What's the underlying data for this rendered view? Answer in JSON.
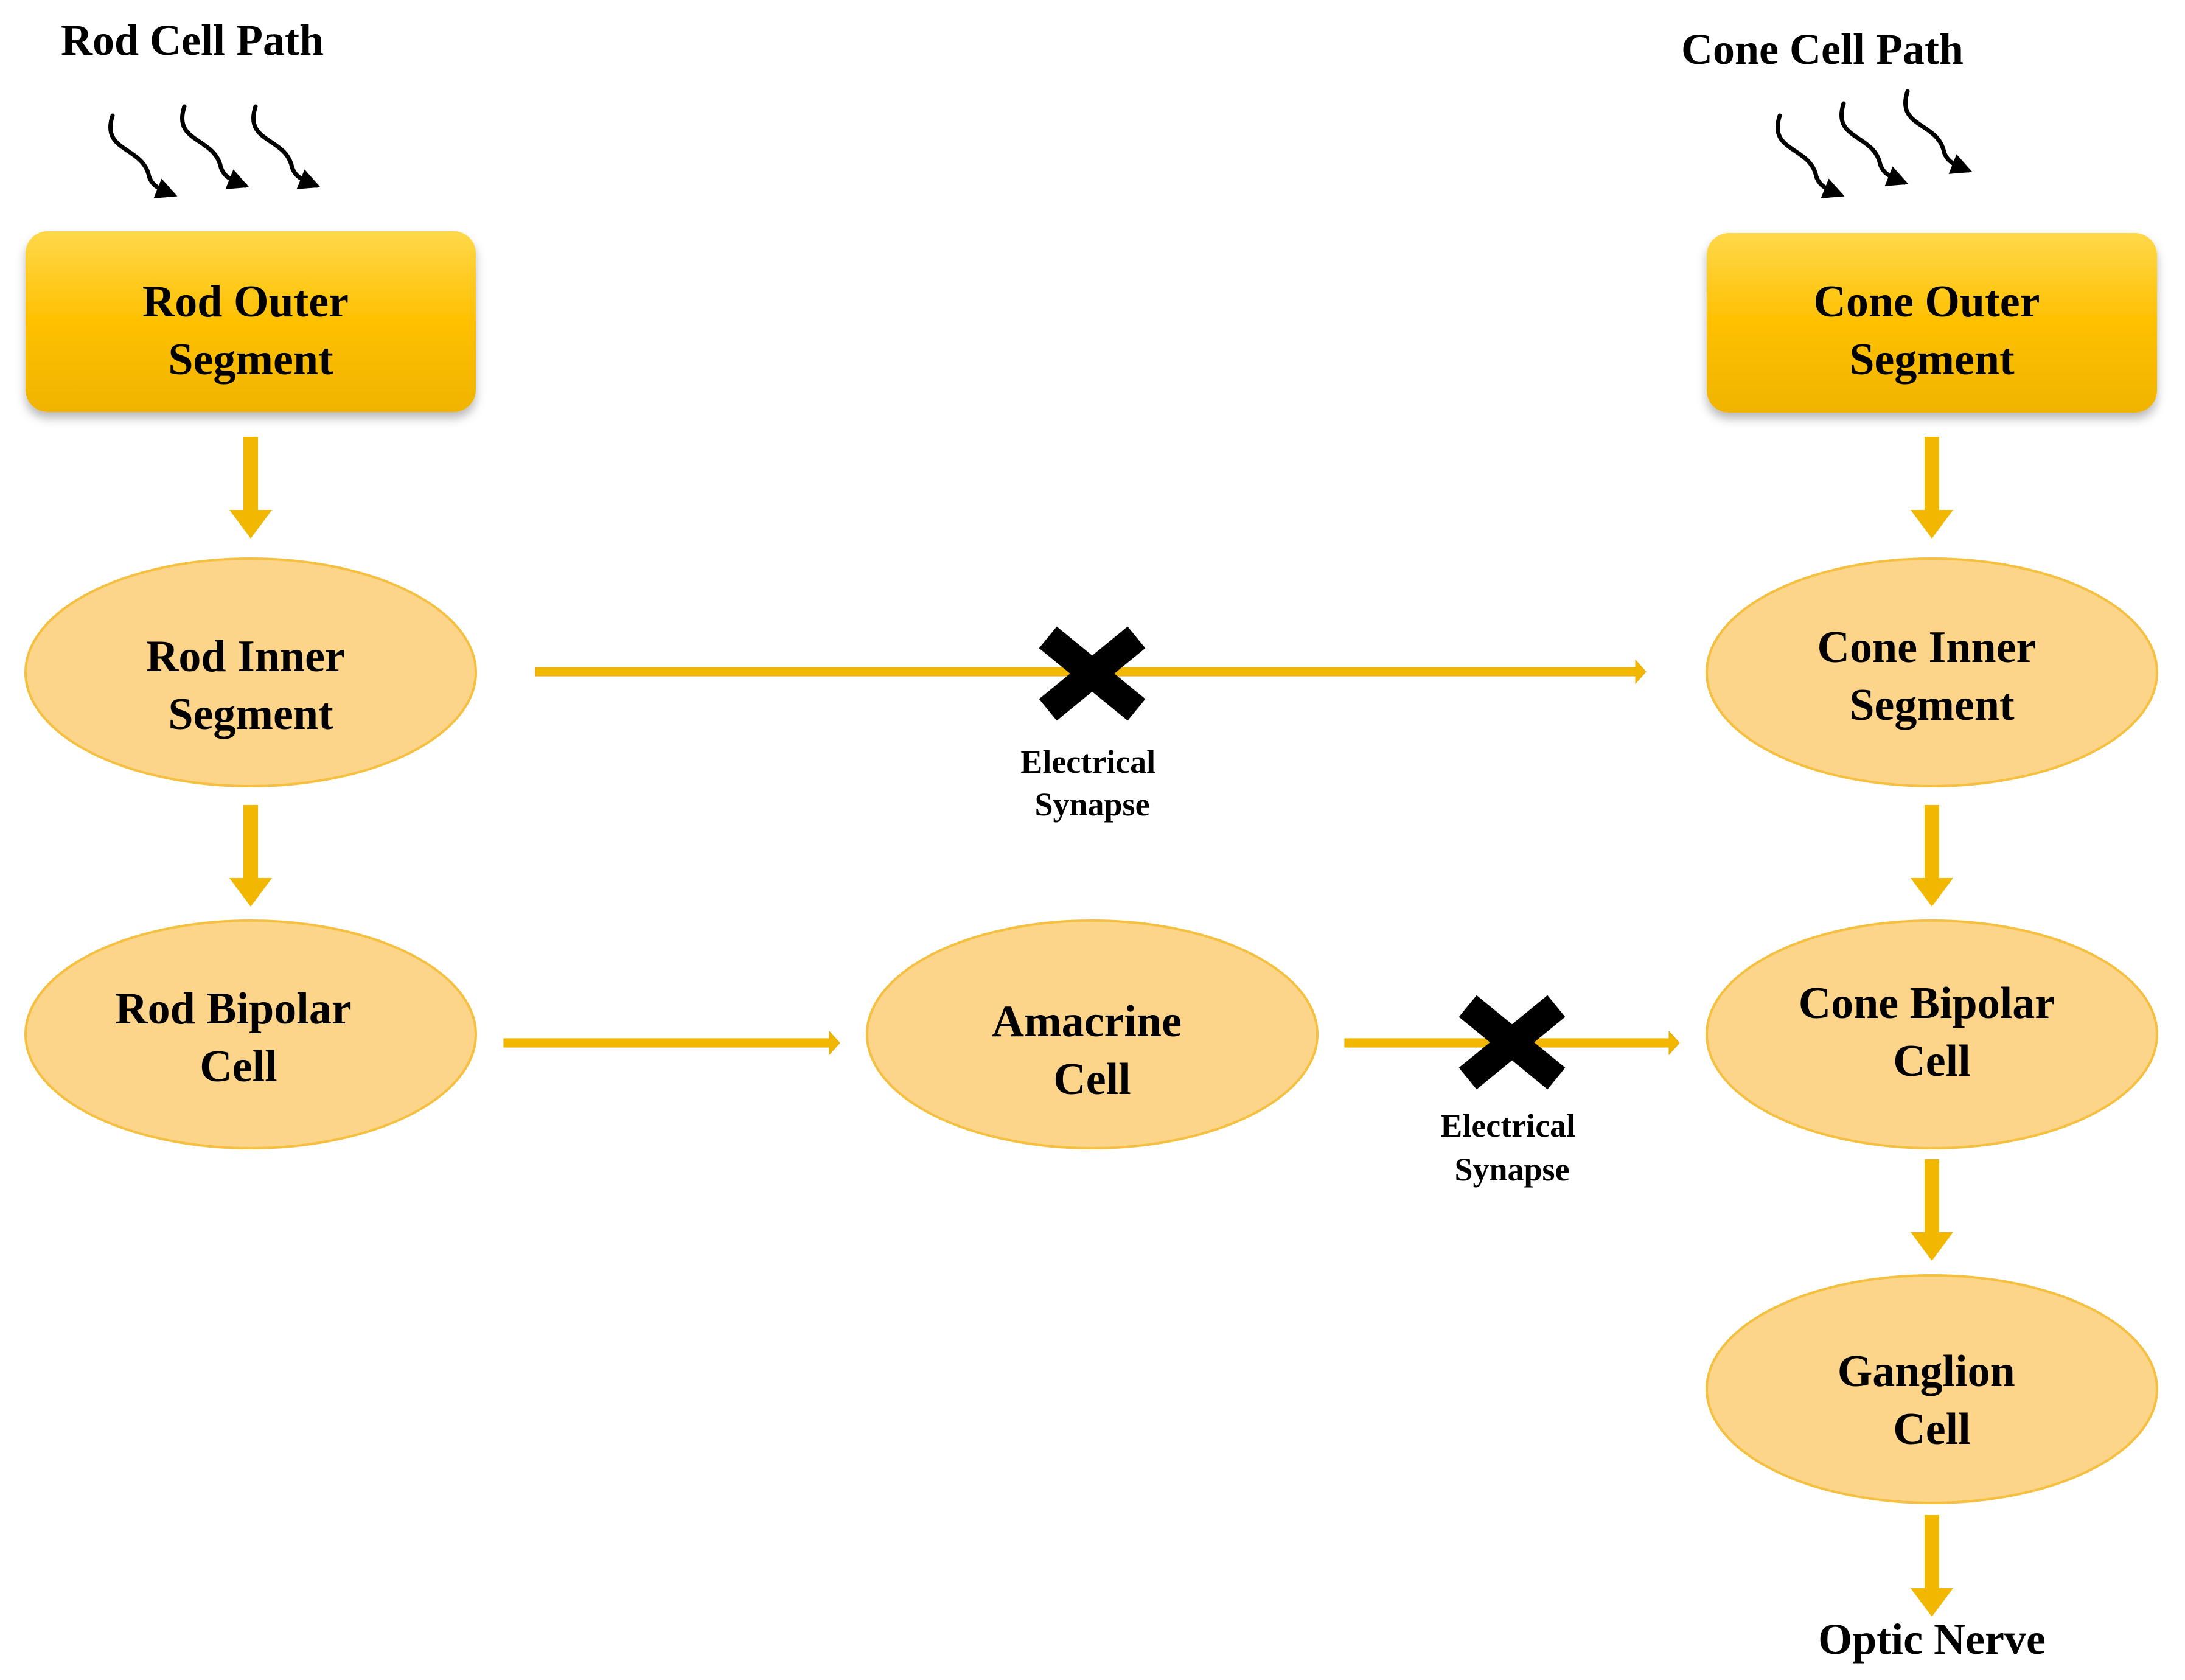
{
  "titles": {
    "rod_path": "Rod Cell Path",
    "cone_path": "Cone Cell Path"
  },
  "nodes": {
    "rod_outer": [
      "Rod Outer",
      "Segment"
    ],
    "rod_inner": [
      "Rod Inner",
      "Segment"
    ],
    "rod_bipolar": [
      "Rod Bipolar",
      "Cell"
    ],
    "amacrine": [
      "Amacrine",
      "Cell"
    ],
    "cone_outer": [
      "Cone Outer",
      "Segment"
    ],
    "cone_inner": [
      "Cone Inner",
      "Segment"
    ],
    "cone_bipolar": [
      "Cone Bipolar",
      "Cell"
    ],
    "ganglion": [
      "Ganglion",
      "Cell"
    ]
  },
  "synapse_labels": {
    "top": [
      "Electrical",
      "Synapse"
    ],
    "bottom": [
      "Electrical",
      "Synapse"
    ]
  },
  "output_label": "Optic Nerve",
  "colors": {
    "rect_fill": "#ffc000",
    "ellipse_fill": "#fdd58a",
    "ellipse_stroke": "#f5c040",
    "arrow": "#f2b700",
    "cross": "#000000"
  }
}
